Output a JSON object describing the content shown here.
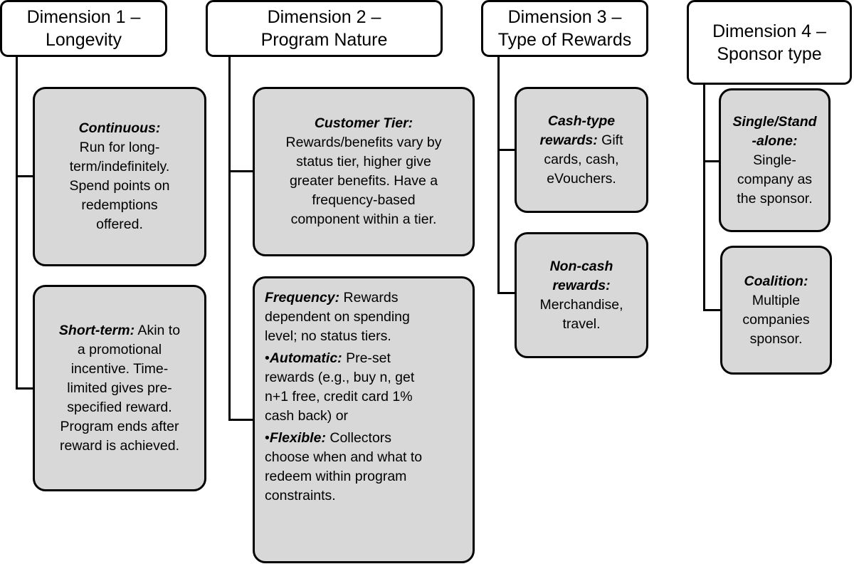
{
  "dimensions": [
    {
      "header": [
        "Dimension 1 –",
        "Longevity"
      ],
      "nodes": [
        {
          "title": "Continuous:",
          "lines": [
            "Run for long-",
            "term/indefinitely.",
            "Spend points on",
            "redemptions",
            "offered."
          ]
        },
        {
          "title": "Short-term:",
          "first_rest": " Akin to",
          "lines": [
            "a promotional",
            "incentive. Time-",
            "limited gives pre-",
            "specified reward.",
            "Program ends after",
            "reward is achieved."
          ]
        }
      ]
    },
    {
      "header": [
        "Dimension 2 –",
        "Program Nature"
      ],
      "nodes": [
        {
          "title": "Customer Tier:",
          "lines": [
            "Rewards/benefits vary by",
            "status tier, higher give",
            "greater benefits. Have a",
            "frequency-based",
            "component within a tier."
          ]
        },
        {
          "title": "Frequency:",
          "first_rest": " Rewards",
          "lines": [
            "dependent on spending",
            "level; no status tiers."
          ],
          "bullets": [
            {
              "marker": "•",
              "title": "Automatic:",
              "first_rest": " Pre-set",
              "lines": [
                "rewards (e.g., buy n, get",
                "n+1 free, credit card 1%",
                "cash back) or"
              ]
            },
            {
              "marker": "•",
              "title": "Flexible:",
              "first_rest": " Collectors",
              "lines": [
                "choose when and what to",
                "redeem within program",
                "constraints."
              ]
            }
          ]
        }
      ]
    },
    {
      "header": [
        "Dimension 3 –",
        "Type of Rewards"
      ],
      "nodes": [
        {
          "title_lines": [
            "Cash-type",
            "rewards:"
          ],
          "first_rest": " Gift",
          "lines": [
            "cards, cash,",
            "eVouchers."
          ]
        },
        {
          "title_lines": [
            "Non-cash",
            "rewards:"
          ],
          "lines": [
            "Merchandise,",
            "travel."
          ]
        }
      ]
    },
    {
      "header": [
        "Dimension 4 –",
        "Sponsor type"
      ],
      "nodes": [
        {
          "title_lines": [
            "Single/Stand",
            "-alone:"
          ],
          "lines": [
            "Single-",
            "company as",
            "the sponsor."
          ]
        },
        {
          "title": "Coalition:",
          "lines": [
            "Multiple",
            "companies",
            "sponsor."
          ]
        }
      ]
    }
  ]
}
